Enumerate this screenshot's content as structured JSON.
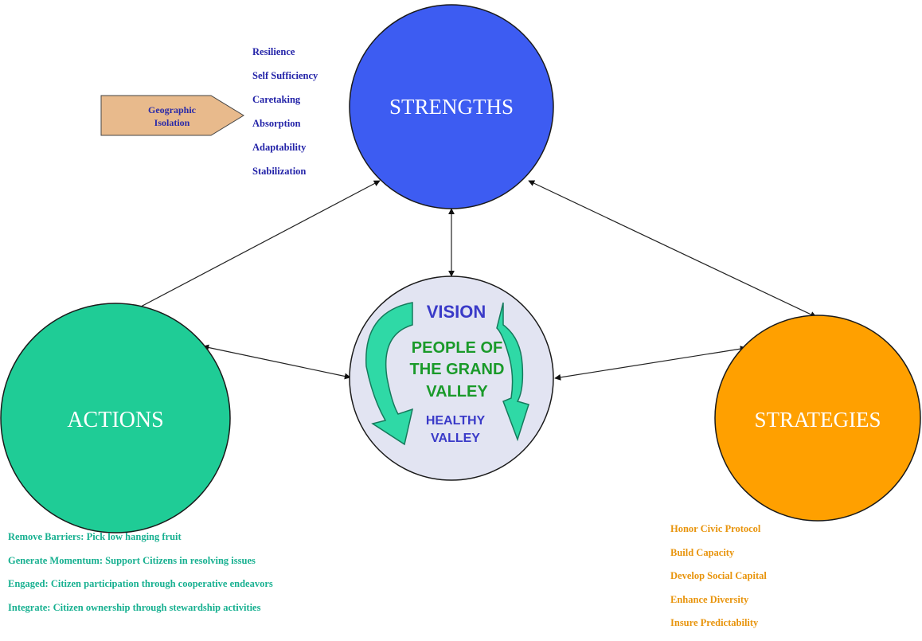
{
  "colors": {
    "strengths": "#3d5cf2",
    "actions": "#1fcc96",
    "strategies": "#ffa000",
    "vision_bg": "#e2e4f2",
    "arrow_green": "#2fd9a6",
    "vision_text": "#3a3ac8",
    "people_text": "#1a9a2a",
    "geo_tag": "#e8ba8c",
    "strengths_list_text": "#2323a8",
    "actions_list_text": "#17b090",
    "strategies_list_text": "#e8940c"
  },
  "strengths": {
    "label": "STRENGTHS",
    "items": [
      "Resilience",
      "Self Sufficiency",
      "Caretaking",
      "Absorption",
      "Adaptability",
      "Stabilization"
    ]
  },
  "geographic_tag": {
    "line1": "Geographic",
    "line2": "Isolation"
  },
  "vision": {
    "title": "VISION",
    "center_line1": "PEOPLE OF",
    "center_line2": "THE GRAND",
    "center_line3": "VALLEY",
    "bottom_line1": "HEALTHY",
    "bottom_line2": "VALLEY"
  },
  "actions": {
    "label": "ACTIONS",
    "items": [
      "Remove Barriers: Pick low hanging fruit",
      "Generate Momentum: Support Citizens in resolving issues",
      "Engaged: Citizen participation through cooperative endeavors",
      "Integrate: Citizen ownership through stewardship activities"
    ]
  },
  "strategies": {
    "label": "STRATEGIES",
    "items": [
      "Honor Civic Protocol",
      "Build Capacity",
      "Develop Social Capital",
      "Enhance Diversity",
      "Insure Predictability"
    ]
  }
}
